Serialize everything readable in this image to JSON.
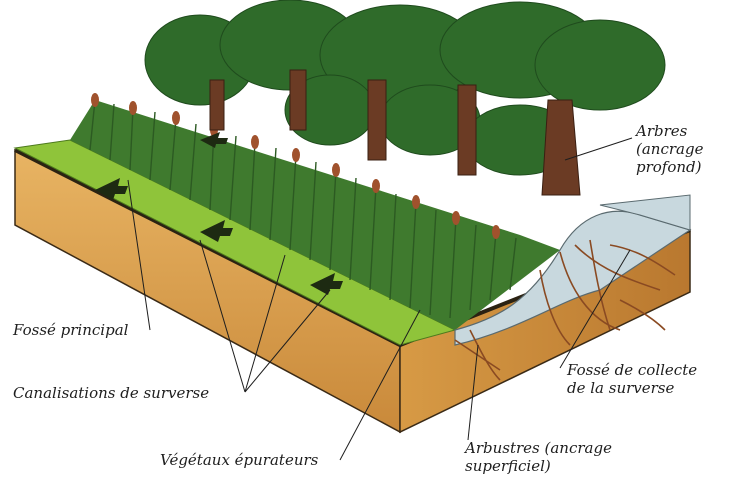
{
  "figure": {
    "labels": {
      "arbres": {
        "line1": "Arbres",
        "line2": "(ancrage",
        "line3": "profond)"
      },
      "fosse_principal": "Fossé principal",
      "canalisations": "Canalisations de surverse",
      "vegetaux": "Végétaux épurateurs",
      "fosse_collecte": {
        "line1": "Fossé de collecte",
        "line2": "de la surverse"
      },
      "arbustres": {
        "line1": "Arbustres (ancrage",
        "line2": "superficiel)"
      }
    },
    "colors": {
      "soil": "#d9a24e",
      "soil_dark": "#b77a2c",
      "grass": "#8fc43a",
      "reeds": "#3f7a2e",
      "reed_tips": "#a0522d",
      "trunk": "#6b3b24",
      "roots": "#8a4a22",
      "foliage": "#2f6b2a",
      "water": "#c8d8de"
    }
  }
}
